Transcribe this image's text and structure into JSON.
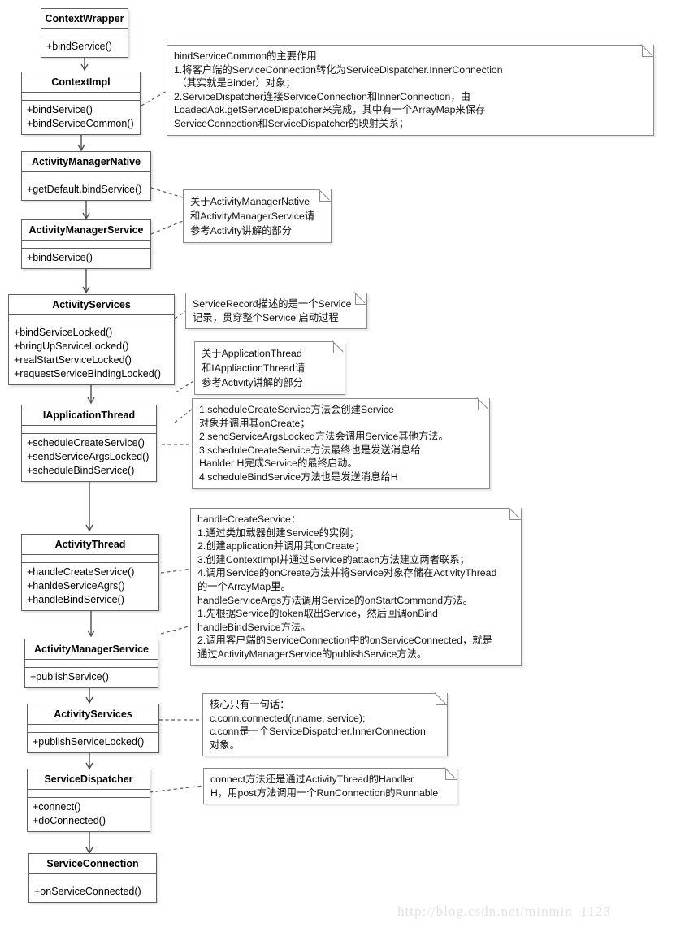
{
  "diagram": {
    "title": "Android bindService UML sequence/class diagram",
    "watermark": "http://blog.csdn.net/minmin_1123",
    "colors": {
      "class_border": "#606060",
      "note_border": "#8a8a8a",
      "background": "#ffffff",
      "connector": "#4d4d4d",
      "watermark": "#e3e3e3"
    },
    "classes": [
      {
        "id": "context-wrapper",
        "name": "ContextWrapper",
        "operations": [
          "+bindService()"
        ]
      },
      {
        "id": "context-impl",
        "name": "ContextImpl",
        "operations": [
          "+bindService()",
          "+bindServiceCommon()"
        ]
      },
      {
        "id": "activity-manager-native",
        "name": "ActivityManagerNative",
        "operations": [
          "+getDefault.bindService()"
        ]
      },
      {
        "id": "activity-manager-service-1",
        "name": "ActivityManagerService",
        "operations": [
          "+bindService()"
        ]
      },
      {
        "id": "activity-services-1",
        "name": "ActivityServices",
        "operations": [
          "+bindServiceLocked()",
          "+bringUpServiceLocked()",
          "+realStartServiceLocked()",
          "+requestServiceBindingLocked()"
        ]
      },
      {
        "id": "iapplication-thread",
        "name": "IApplicationThread",
        "operations": [
          "+scheduleCreateService()",
          "+sendServiceArgsLocked()",
          "+scheduleBindService()"
        ]
      },
      {
        "id": "activity-thread",
        "name": "ActivityThread",
        "operations": [
          "+handleCreateService()",
          "+hanldeServiceAgrs()",
          "+handleBindService()"
        ]
      },
      {
        "id": "activity-manager-service-2",
        "name": "ActivityManagerService",
        "operations": [
          "+publishService()"
        ]
      },
      {
        "id": "activity-services-2",
        "name": "ActivityServices",
        "operations": [
          "+publishServiceLocked()"
        ]
      },
      {
        "id": "service-dispatcher",
        "name": "ServiceDispatcher",
        "operations": [
          "+connect()",
          "+doConnected()"
        ]
      },
      {
        "id": "service-connection",
        "name": "ServiceConnection",
        "operations": [
          "+onServiceConnected()"
        ]
      }
    ],
    "notes": [
      {
        "id": "note-bind-service-common",
        "lines": [
          "bindServiceCommon的主要作用",
          "1.将客户端的ServiceConnection转化为ServiceDispatcher.InnerConnection",
          " （其实就是Binder）对象；",
          "2.ServiceDispatcher连接ServiceConnection和InnerConnection，由",
          "LoadedApk.getServiceDispatcher来完成，其中有一个ArrayMap来保存",
          "ServiceConnection和ServiceDispatcher的映射关系；"
        ]
      },
      {
        "id": "note-activity-manager",
        "lines": [
          "关于ActivityManagerNative",
          "和ActivityManagerService请",
          "参考Activity讲解的部分"
        ]
      },
      {
        "id": "note-service-record",
        "lines": [
          "ServiceRecord描述的是一个Service",
          "记录，贯穿整个Service 启动过程"
        ]
      },
      {
        "id": "note-application-thread",
        "lines": [
          "关于ApplicationThread",
          "和IAppliactionThread请",
          "参考Activity讲解的部分"
        ]
      },
      {
        "id": "note-schedule-create-service",
        "lines": [
          "1.scheduleCreateService方法会创建Service",
          "对象并调用其onCreate；",
          "2.sendServiceArgsLocked方法会调用Service其他方法。",
          "3.scheduleCreateService方法最终也是发送消息给",
          "Hanlder H完成Service的最终启动。",
          "4.scheduleBindService方法也是发送消息给H"
        ]
      },
      {
        "id": "note-handle-create-service",
        "lines": [
          "handleCreateService：",
          "1.通过类加载器创建Service的实例；",
          "2.创建application并调用其onCreate；",
          "3.创建ContextImpl并通过Service的attach方法建立两者联系；",
          "4.调用Service的onCreate方法并将Service对象存储在ActivityThread",
          "的一个ArrayMap里。",
          "handleServiceArgs方法调用Service的onStartCommond方法。",
          "1.先根据Service的token取出Service，然后回调onBind",
          "handleBindService方法。",
          "2.调用客户端的ServiceConnection中的onServiceConnected，就是",
          "通过ActivityManagerService的publishService方法。"
        ]
      },
      {
        "id": "note-core-sentence",
        "lines": [
          "核心只有一句话：",
          "c.conn.connected(r.name, service);",
          "c.conn是一个ServiceDispatcher.InnerConnection",
          "对象。"
        ]
      },
      {
        "id": "note-connect-method",
        "lines": [
          "connect方法还是通过ActivityThread的Handler",
          "H，用post方法调用一个RunConnection的Runnable"
        ]
      }
    ]
  }
}
